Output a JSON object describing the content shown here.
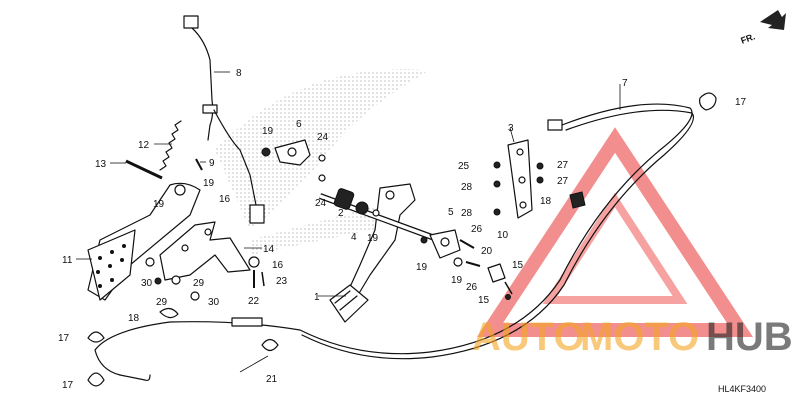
{
  "diagram": {
    "code": "HL4KF3400",
    "fr_label": "FR.",
    "watermark": {
      "auto": "AUTO",
      "moto": "MOTO",
      "hub": "HUB"
    },
    "colors": {
      "watermark_red": "#e8312f",
      "watermark_orange": "#f5a623",
      "watermark_dark": "#222222",
      "line": "#111111"
    },
    "callouts": [
      "1",
      "2",
      "3",
      "4",
      "5",
      "6",
      "7",
      "8",
      "9",
      "10",
      "11",
      "12",
      "13",
      "14",
      "15",
      "15",
      "16",
      "16",
      "17",
      "17",
      "17",
      "17",
      "18",
      "18",
      "19",
      "19",
      "19",
      "19",
      "19",
      "19",
      "20",
      "21",
      "22",
      "23",
      "24",
      "24",
      "25",
      "26",
      "26",
      "27",
      "27",
      "28",
      "28",
      "29",
      "29",
      "30",
      "30"
    ]
  }
}
